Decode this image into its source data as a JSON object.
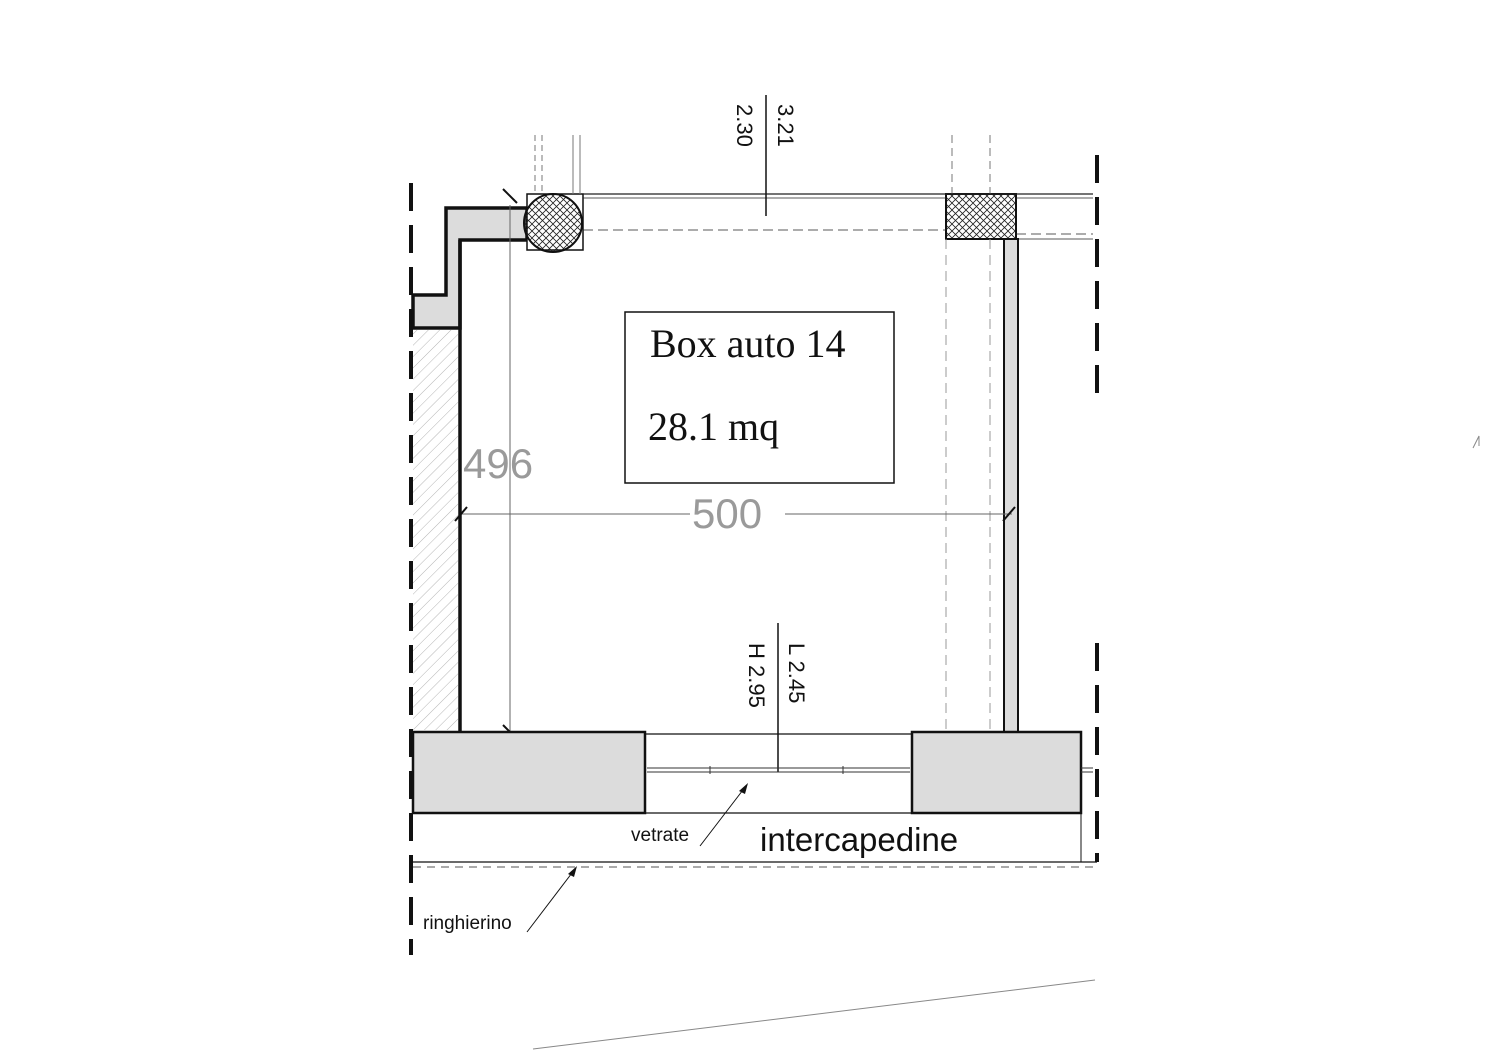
{
  "room": {
    "title": "Box auto 14",
    "area": "28.1 mq"
  },
  "dimensions": {
    "depth": "496",
    "width": "500",
    "top_opening_l": "3.21",
    "top_opening_h": "2.30",
    "door_l": "L 2.45",
    "door_h": "H 2.95"
  },
  "labels": {
    "glazing": "vetrate",
    "cavity": "intercapedine",
    "railing": "ringhierino"
  },
  "colors": {
    "wall_fill": "#dcdcdc",
    "line": "#111111",
    "dimension": "#9a9a9a"
  }
}
